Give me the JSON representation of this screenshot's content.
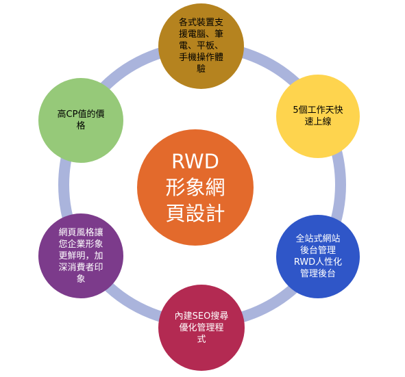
{
  "colors": {
    "ring": "#aab4dc",
    "center": "#e36a2c",
    "node_top": "#b5831f",
    "node_top_right": "#fed44e",
    "node_bottom_right": "#2f56c8",
    "node_bottom": "#b32a52",
    "node_bottom_left": "#7c3b8b",
    "node_top_left": "#96c979"
  },
  "center": {
    "text": "RWD\n形象網\n頁設計"
  },
  "nodes": [
    {
      "id": "top",
      "text": "各式裝置支\n援電腦、筆\n電、平板、\n手機操作體\n驗"
    },
    {
      "id": "top_right",
      "text": "5個工作天快\n速上線"
    },
    {
      "id": "bottom_right",
      "text": "全站式網站\n後台管理\nRWD人性化\n管理後台"
    },
    {
      "id": "bottom",
      "text": "內建SEO搜尋\n優化管理程\n式"
    },
    {
      "id": "bottom_left",
      "text": "網頁風格讓\n您企業形象\n更鮮明，加\n深消費者印\n象"
    },
    {
      "id": "top_left",
      "text": "高CP值的價\n格"
    }
  ]
}
